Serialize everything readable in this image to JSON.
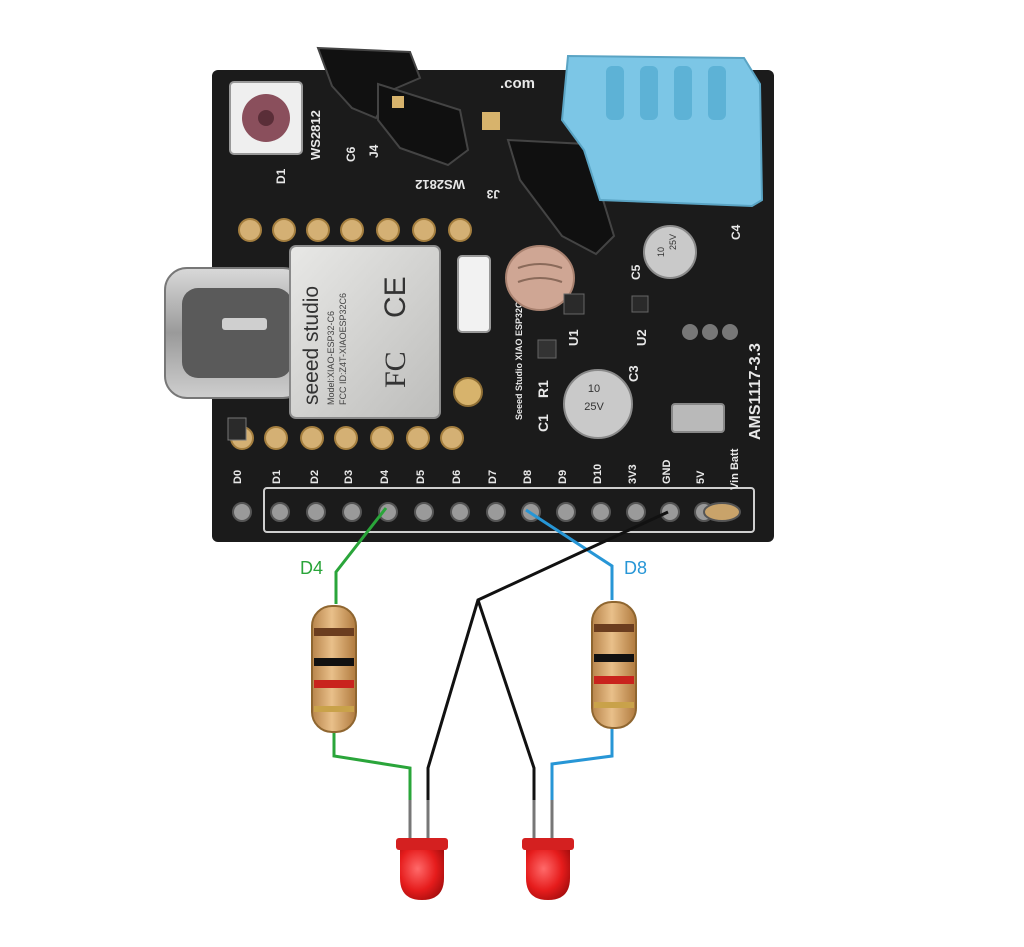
{
  "board": {
    "bottom_pin_labels": [
      "D0",
      "D1",
      "D2",
      "D3",
      "D4",
      "D5",
      "D6",
      "D7",
      "D8",
      "D9",
      "D10",
      "3V3",
      "GND",
      "5V",
      "Vin Batt"
    ],
    "silkscreen": {
      "ws2812_top": "WS2812",
      "ws2812_bottom": "WS2812",
      "d1": "D1",
      "c6": "C6",
      "j4": "J4",
      "j3": "J3",
      "ams": "AMS1117-3.3",
      "c1": "C1",
      "r1": "R1",
      "u1": "U1",
      "u2": "U2",
      "c3": "C3",
      "c4": "C4",
      "c5": "C5",
      "domain_hint": ".com",
      "xiao_label": "Seeed Studio XIAO ESP32C6"
    },
    "module": {
      "brand": "seeed studio",
      "model": "Model:XIAO-ESP32-C6",
      "fcc_id": "FCC ID:Z4T-XIAOESP32C6",
      "ce": "CE",
      "fc": "FC"
    },
    "capacitor_small": [
      "10",
      "25V"
    ],
    "capacitor_large": [
      "10",
      "25V"
    ]
  },
  "wires": {
    "d4_label": "D4",
    "d8_label": "D8",
    "colors": {
      "d4": "#2aa53a",
      "d8": "#2796d6",
      "gnd": "#111111"
    }
  },
  "colors": {
    "pcb": "#1a1a1a",
    "sensor": "#7cc6e6",
    "led": "#e61c1c",
    "resistor_body": "#d9a86c"
  }
}
